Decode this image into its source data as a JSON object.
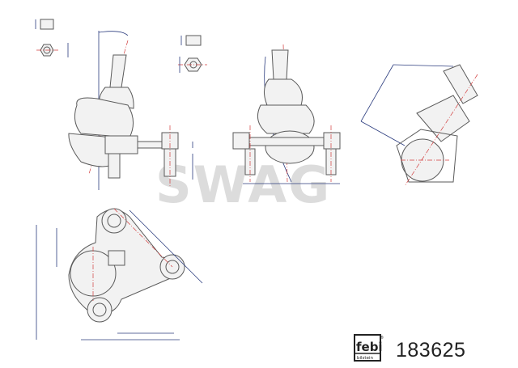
{
  "watermark": "SWAG",
  "brand_logo": {
    "top": "febi",
    "bottom": "bilstein",
    "registered": "®"
  },
  "part_number": "183625",
  "colors": {
    "outline": "#5a5a5a",
    "dimension": "#2b3c7e",
    "centerline": "#d23c3c",
    "watermark": "#dcdcdc"
  }
}
